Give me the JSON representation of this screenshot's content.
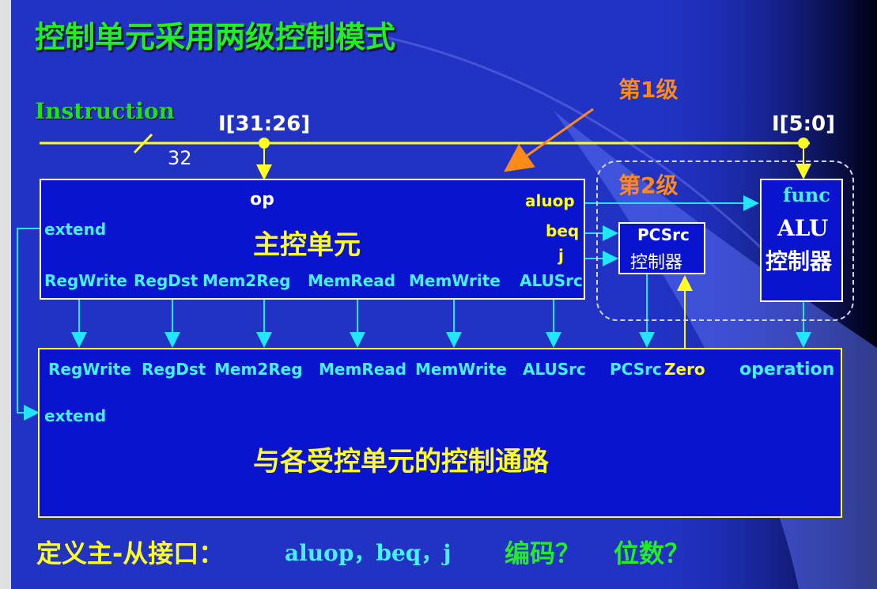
{
  "title": "控制单元采用两级控制模式",
  "instruction_label": "Instruction",
  "bus_width": "32",
  "opcode_field": "I[31:26]",
  "func_field": "I[5:0]",
  "level1_label": "第1级",
  "level2_label": "第2级",
  "main_control": {
    "name": "主控单元",
    "input": "op",
    "extend": "extend",
    "outputs_right": [
      "aluop",
      "beq",
      "j"
    ],
    "outputs_bottom": [
      "RegWrite",
      "RegDst",
      "Mem2Reg",
      "MemRead",
      "MemWrite",
      "ALUSrc"
    ]
  },
  "pcsrc_controller": {
    "line1": "PCSrc",
    "line2": "控制器"
  },
  "alu_controller": {
    "input": "func",
    "line1": "ALU",
    "line2": "控制器"
  },
  "datapath": {
    "signals": [
      "RegWrite",
      "RegDst",
      "Mem2Reg",
      "MemRead",
      "MemWrite",
      "ALUSrc",
      "PCSrc"
    ],
    "zero": "Zero",
    "operation": "operation",
    "extend": "extend",
    "name": "与各受控单元的控制通路"
  },
  "footer": {
    "prefix": "定义主-从接口：",
    "signals": "aluop，beq，j",
    "question1": "编码？",
    "question2": "位数？"
  },
  "colors": {
    "background": "#2233c4",
    "bus": "#ffff22",
    "signal": "#22e6ff",
    "title": "#22ee22",
    "level_label": "#ff8a1a"
  }
}
